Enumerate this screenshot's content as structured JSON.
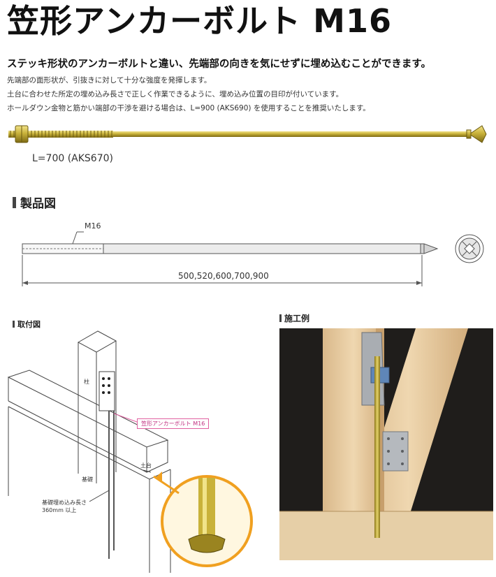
{
  "header": {
    "title": "笠形アンカーボルト M16",
    "lead": "ステッキ形状のアンカーボルトと違い、先端部の向きを気にせずに埋め込むことができます。",
    "notes": [
      "先端部の面形状が、引抜きに対して十分な強度を発揮します。",
      "土台に合わせた所定の埋め込み長さで正しく作業できるように、埋め込み位置の目印が付いています。",
      "ホールダウン金物と筋かい端部の干渉を避ける場合は、L=900 (AKS690) を使用することを推奨いたします。"
    ]
  },
  "photo": {
    "length_label": "L=700 (AKS670)"
  },
  "product_drawing": {
    "section_title": "製品図",
    "thread_label": "M16",
    "lengths_label": "500,520,600,700,900"
  },
  "mounting": {
    "section_title": "取付図",
    "post_label": "柱",
    "sill_label": "土台",
    "foundation_label": "基礎",
    "callout": "笠形アンカーボルト M16",
    "embed_line1": "基礎埋め込み長さ",
    "embed_line2": "360mm 以上"
  },
  "example": {
    "section_title": "施工例"
  },
  "colors": {
    "bolt_gold": "#c9b23a",
    "callout_pink": "#e060a0",
    "dim_line": "#555555"
  }
}
